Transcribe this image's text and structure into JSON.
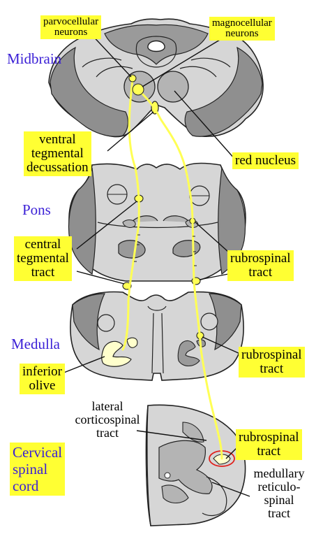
{
  "regions": {
    "midbrain": "Midbrain",
    "pons": "Pons",
    "medulla": "Medulla",
    "cervical": [
      "Cervical",
      "spinal",
      "cord"
    ]
  },
  "labels": {
    "parvocellular": [
      "parvocellular",
      "neurons"
    ],
    "magnocellular": [
      "magnocellular",
      "neurons"
    ],
    "ventral_tegmental": [
      "ventral",
      "tegmental",
      "decussation"
    ],
    "red_nucleus": "red nucleus",
    "central_tegmental": [
      "central",
      "tegmental",
      "tract"
    ],
    "rubrospinal_pons": [
      "rubrospinal",
      "tract"
    ],
    "rubrospinal_medulla": [
      "rubrospinal",
      "tract"
    ],
    "inferior_olive": [
      "inferior",
      "olive"
    ],
    "lateral_corticospinal": [
      "lateral",
      "corticospinal",
      "tract"
    ],
    "rubrospinal_cord": [
      "rubrospinal",
      "tract"
    ],
    "medullary_reticulospinal": [
      "medullary",
      "reticulo-",
      "spinal",
      "tract"
    ]
  },
  "colors": {
    "dark_gray": "#8f8f8f",
    "light_gray": "#d6d6d6",
    "mid_gray": "#b9b9b9",
    "tract_yellow": "#ffff55",
    "highlight": "#ffff33",
    "region_text": "#3a1fd6",
    "circle_red": "#e0201b"
  }
}
